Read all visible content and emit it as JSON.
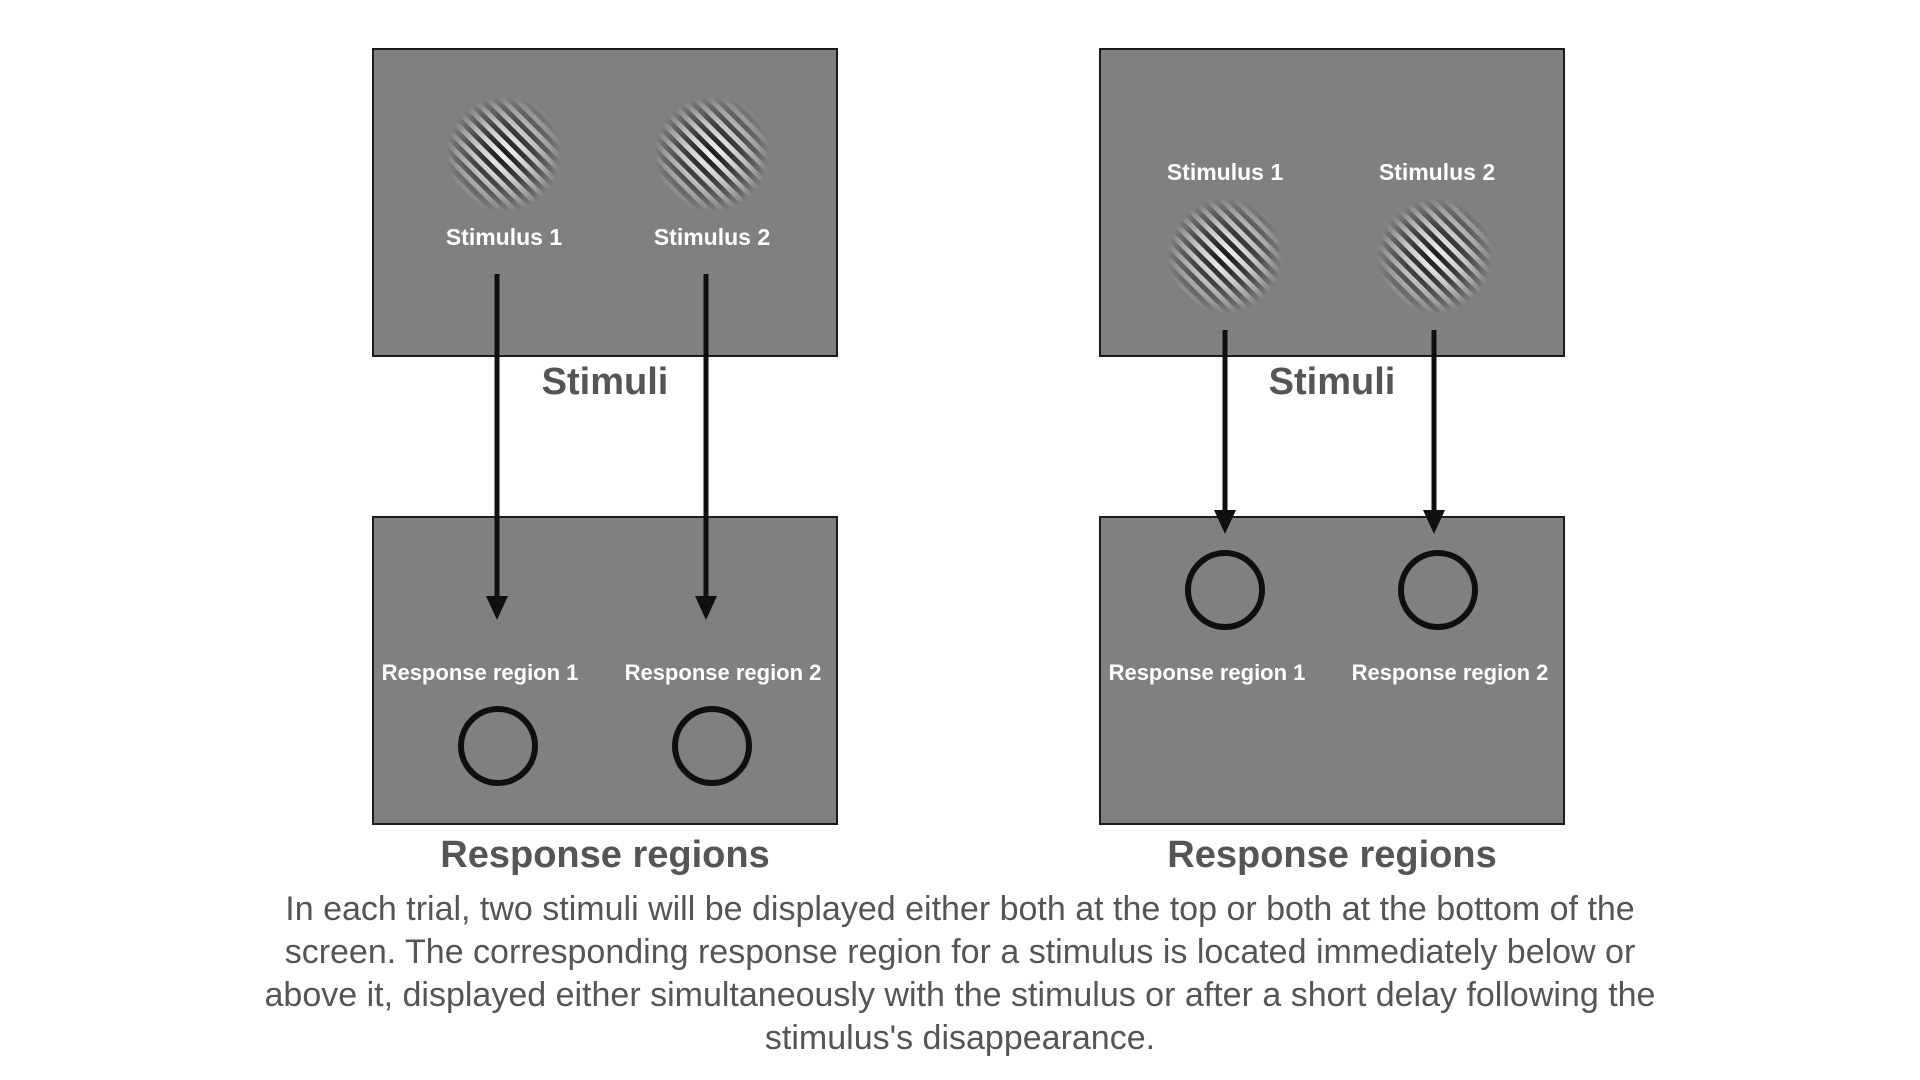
{
  "left": {
    "stimulus_1": "Stimulus 1",
    "stimulus_2": "Stimulus 2",
    "stimuli_heading": "Stimuli",
    "response_region_1": "Response region 1",
    "response_region_2": "Response region 2",
    "response_heading": "Response regions"
  },
  "right": {
    "stimulus_1": "Stimulus 1",
    "stimulus_2": "Stimulus 2",
    "stimuli_heading": "Stimuli",
    "response_region_1": "Response region 1",
    "response_region_2": "Response region 2",
    "response_heading": "Response regions"
  },
  "caption": "In each trial, two stimuli will be displayed either both at the top or both at the bottom of the screen. The corresponding response region for a stimulus is located immediately below or above it, displayed either simultaneously with the stimulus or after a short delay following the stimulus's disappearance.",
  "colors": {
    "panel_bg": "#808080",
    "panel_border": "#1c1c1c",
    "label_text": "#ffffff",
    "heading_text": "#555555",
    "arrow": "#0f0f0f"
  }
}
